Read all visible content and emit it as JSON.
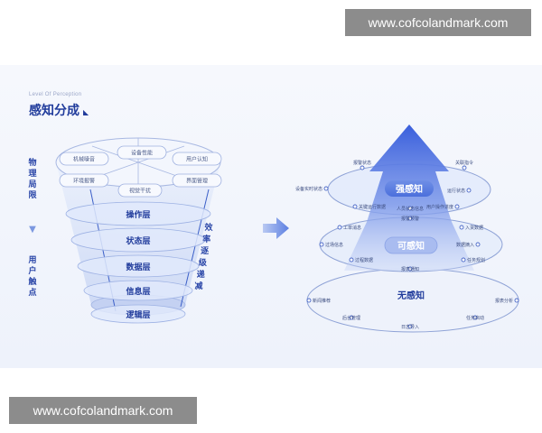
{
  "watermark": {
    "top": "www.cofcolandmark.com",
    "bottom": "www.cofcolandmark.com"
  },
  "header": {
    "subtitle": "Level Of Perception",
    "title": "感知分成"
  },
  "left_column": {
    "top": "物理局限",
    "bottom": "用户触点"
  },
  "funnel": {
    "top_nodes": [
      "机械噪音",
      "设备性能",
      "用户认知",
      "环境报警",
      "视觉干扰",
      "界面管理"
    ],
    "layers": [
      "操作层",
      "状态层",
      "数据层",
      "信息层",
      "逻辑层"
    ],
    "side_label": "效率逐级递减"
  },
  "rings": {
    "top": {
      "label": "强感知",
      "nodes": [
        "报警状态",
        "关联指令",
        "设备实时状态",
        "运行状态",
        "关键运行数据",
        "用户操作进度",
        "人员状态信息",
        "报警预警"
      ]
    },
    "middle": {
      "label": "可感知",
      "nodes": [
        "工单消息",
        "入货数据",
        "过场信息",
        "数据摘入",
        "过程数据",
        "任务规划",
        "报表通知"
      ]
    },
    "bottom": {
      "label": "无感知",
      "nodes": [
        "新闻推荐",
        "报表分析",
        "后台管理",
        "任务启动",
        "日志导入"
      ]
    }
  },
  "colors": {
    "primary": "#213c9c",
    "arrow": "#3b63dc",
    "light": "#e9f0fc",
    "stroke": "#8ea2d6"
  }
}
